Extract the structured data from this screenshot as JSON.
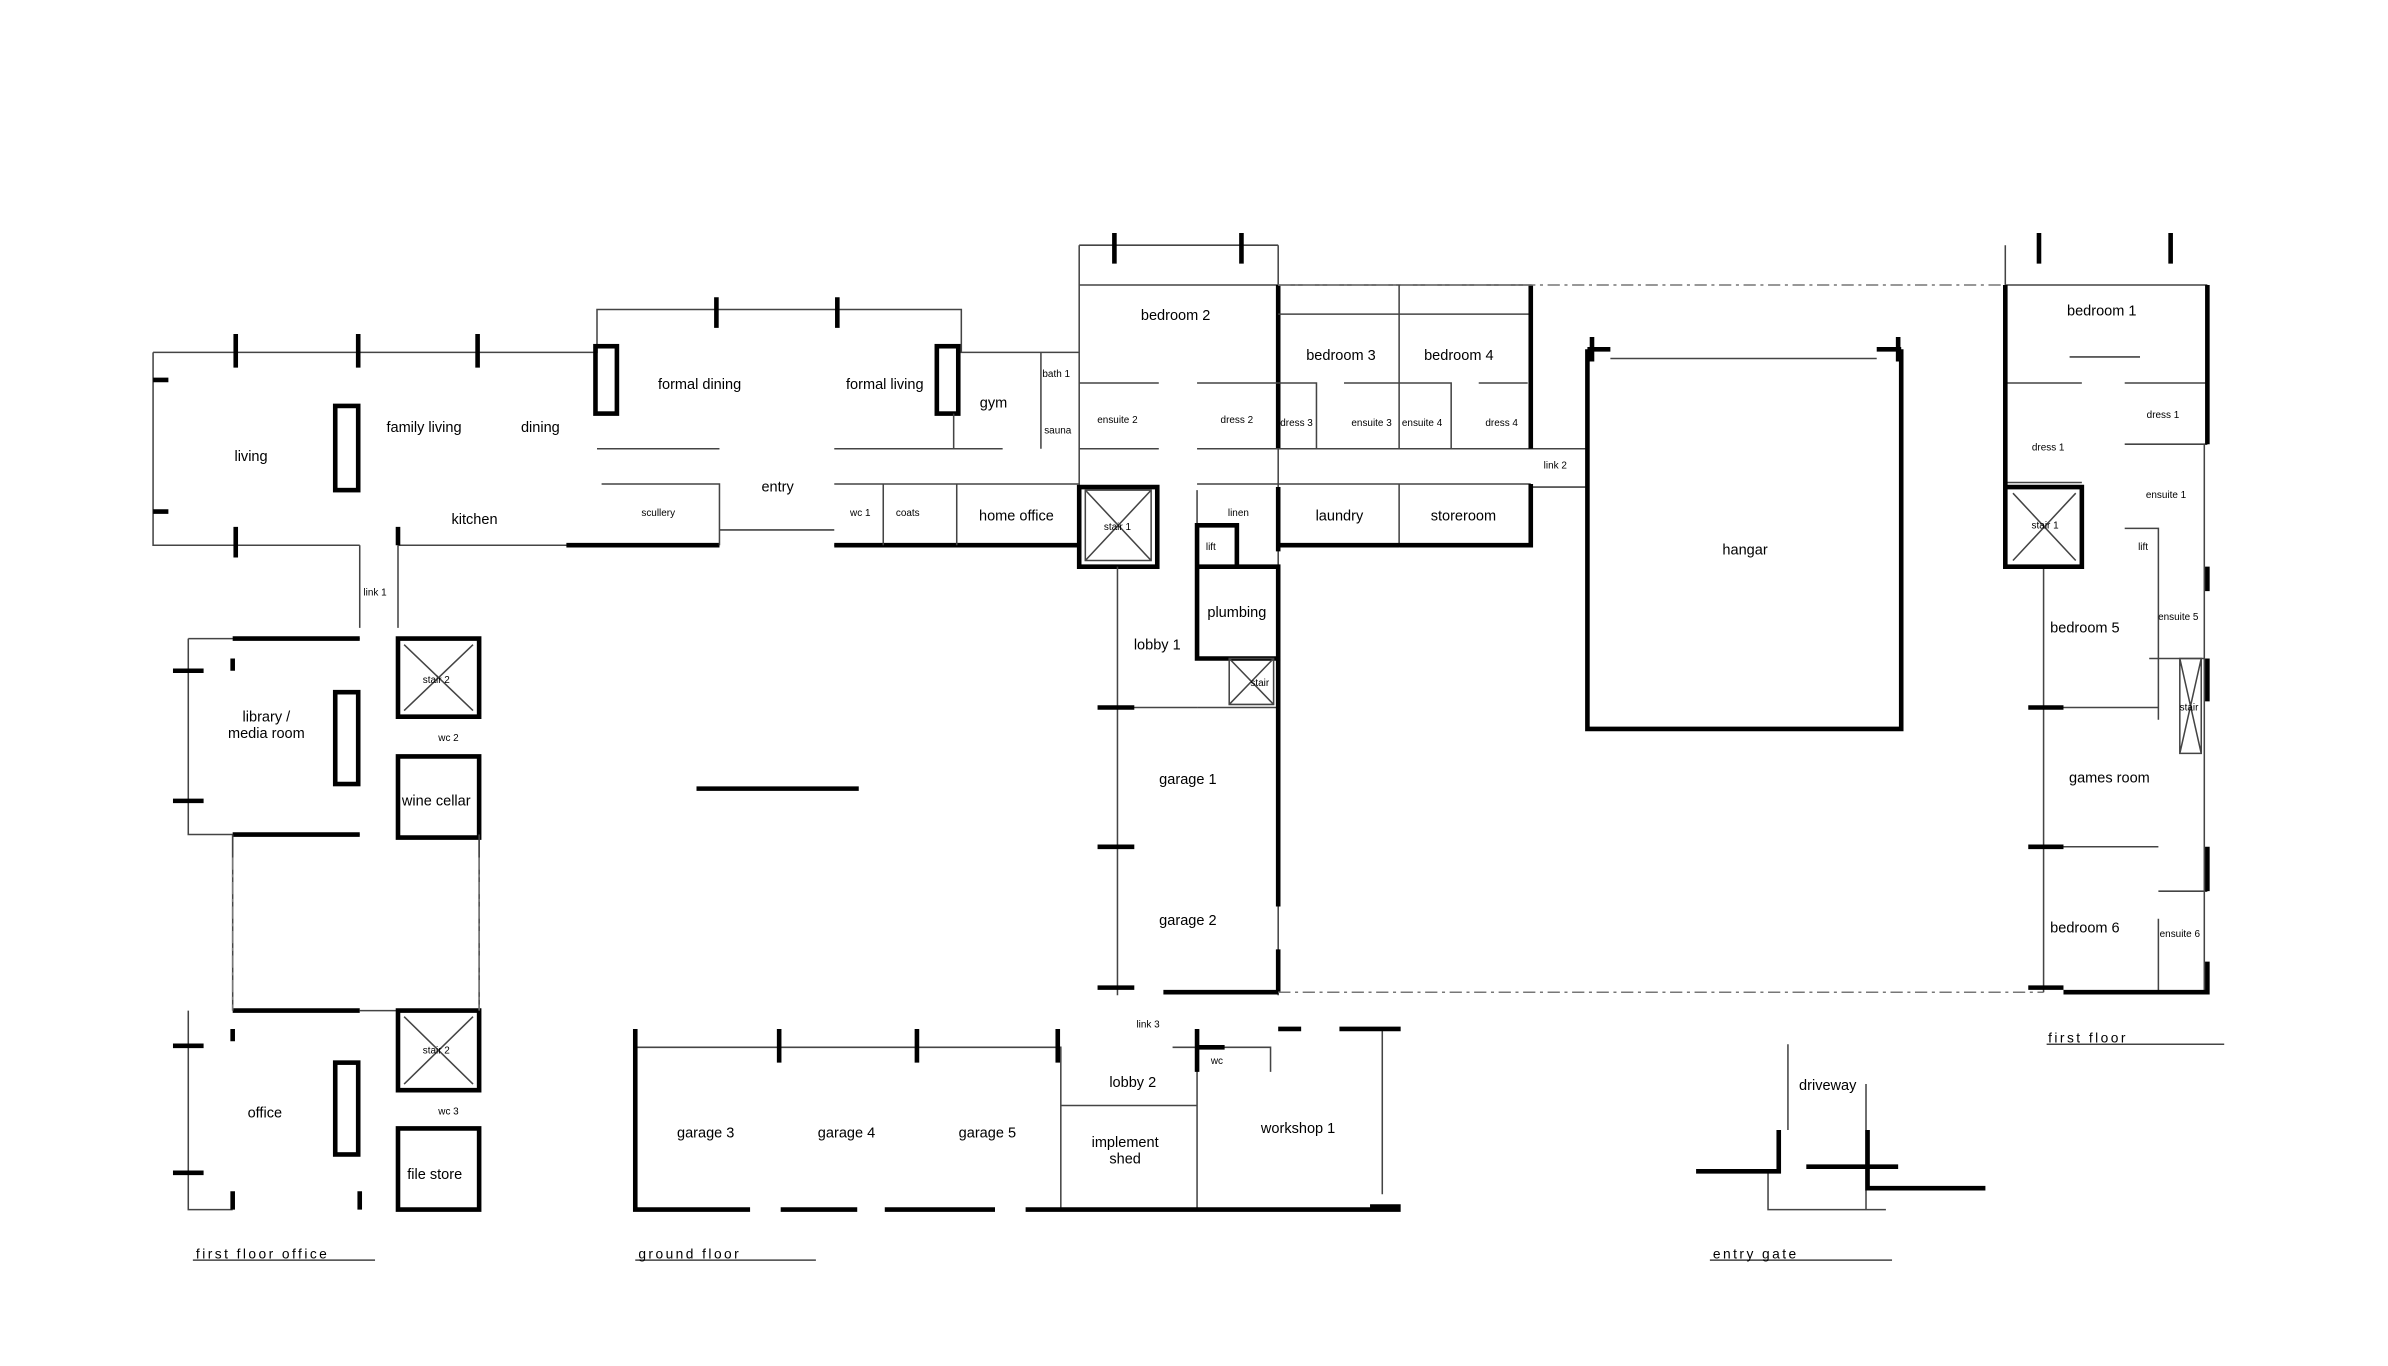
{
  "rooms": {
    "living": "living",
    "family_living": "family living",
    "dining": "dining",
    "kitchen": "kitchen",
    "formal_dining": "formal dining",
    "formal_living": "formal living",
    "gym": "gym",
    "bath1": "bath 1",
    "sauna": "sauna",
    "entry": "entry",
    "scullery": "scullery",
    "wc1": "wc 1",
    "coats": "coats",
    "home_office": "home office",
    "stair1": "stair 1",
    "bedroom2": "bedroom 2",
    "ensuite2": "ensuite 2",
    "dress2": "dress 2",
    "bedroom3": "bedroom 3",
    "bedroom4": "bedroom 4",
    "dress3": "dress 3",
    "ensuite3": "ensuite 3",
    "ensuite4": "ensuite 4",
    "dress4": "dress 4",
    "link2": "link 2",
    "linen": "linen",
    "laundry": "laundry",
    "storeroom": "storeroom",
    "lift": "lift",
    "plumbing": "plumbing",
    "lobby1": "lobby 1",
    "stair": "stair",
    "hangar": "hangar",
    "garage1": "garage 1",
    "garage2": "garage 2",
    "link1": "link 1",
    "library_l1": "library /",
    "library_l2": "media room",
    "stair2": "stair 2",
    "wc2": "wc 2",
    "wine_cellar": "wine cellar",
    "office": "office",
    "wc3": "wc 3",
    "file_store": "file store",
    "link3": "link 3",
    "lobby2": "lobby 2",
    "wc": "wc",
    "garage3": "garage 3",
    "garage4": "garage 4",
    "garage5": "garage 5",
    "implement_l1": "implement",
    "implement_l2": "shed",
    "workshop1": "workshop 1",
    "driveway": "driveway",
    "bedroom1": "bedroom 1",
    "dress1": "dress 1",
    "ensuite1": "ensuite 1",
    "bedroom5": "bedroom 5",
    "ensuite5": "ensuite 5",
    "games_room": "games room",
    "bedroom6": "bedroom 6",
    "ensuite6": "ensuite 6"
  },
  "captions": {
    "first_floor_office": "first floor office",
    "ground_floor": "ground floor",
    "entry_gate": "entry gate",
    "first_floor": "first floor"
  }
}
